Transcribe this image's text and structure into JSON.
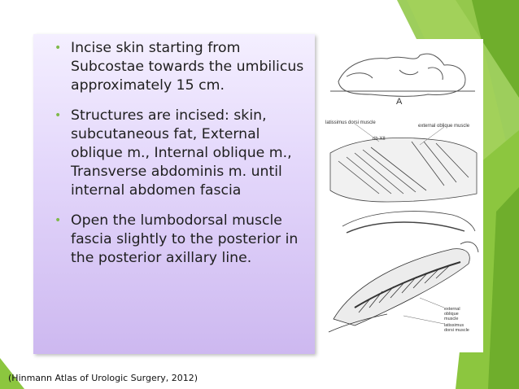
{
  "bullets": [
    "Incise skin starting from Subcostae towards the umbilicus approximately 15 cm.",
    "Structures are incised: skin, subcutaneous fat, External oblique m., Internal oblique m., Transverse abdominis m. until internal abdomen fascia",
    "Open the lumbodorsal muscle fascia slightly to the posterior in the posterior axillary line."
  ],
  "figure": {
    "panel_a_label": "A",
    "label_latissimus": "latissimus dorsi muscle",
    "label_external": "external oblique muscle",
    "label_rib": "rib XII",
    "label_bottom_external_1": "external",
    "label_bottom_external_2": "oblique",
    "label_bottom_external_3": "muscle",
    "label_bottom_latissimus_1": "latissimus",
    "label_bottom_latissimus_2": "dorsi muscle"
  },
  "citation": "(Hinmann Atlas of Urologic Surgery, 2012)",
  "colors": {
    "accent_green": "#8cc63f",
    "box_top": "#f4efff",
    "box_bottom": "#cdb8f0"
  }
}
